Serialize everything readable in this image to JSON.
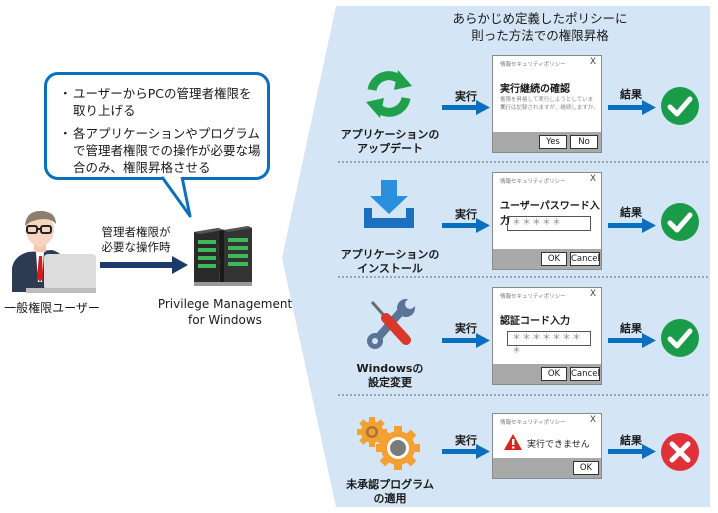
{
  "callout": {
    "bullets": [
      "ユーザーからPCの管理者権限を取り上げる",
      "各アプリケーションやプログラムで管理者権限での操作が必要な場合のみ、権限昇格させる"
    ]
  },
  "user": {
    "label": "一般権限ユーザー",
    "icon": "user-laptop-icon"
  },
  "request_arrow": {
    "label_line1": "管理者権限が",
    "label_line2": "必要な操作時"
  },
  "server": {
    "label_line1": "Privilege Management",
    "label_line2": "for Windows",
    "icon": "server-icon"
  },
  "panel": {
    "title_line1": "あらかじめ定義したポリシーに",
    "title_line2": "則った方法での権限昇格",
    "bg_color": "#d4e5f6",
    "exec_label": "実行",
    "result_label": "結果"
  },
  "rows": [
    {
      "name_line1": "アプリケーションの",
      "name_line2": "アップデート",
      "icon": "refresh-icon",
      "dialog": {
        "title": "情報セキュリティポリシー",
        "close": "X",
        "heading": "実行継続の確認",
        "sub1": "権限を昇格して実行しようとしています。",
        "sub2": "実行は記録されますが、継続しますか。",
        "buttons": [
          "Yes",
          "No"
        ]
      },
      "result": "success",
      "result_icon": "check-icon"
    },
    {
      "name_line1": "アプリケーションの",
      "name_line2": "インストール",
      "icon": "download-install-icon",
      "dialog": {
        "title": "情報セキュリティポリシー",
        "close": "X",
        "heading": "ユーザーパスワード入力",
        "field_value": "＊＊＊＊＊",
        "buttons": [
          "OK",
          "Cancel"
        ]
      },
      "result": "success",
      "result_icon": "check-icon"
    },
    {
      "name_line1": "Windowsの",
      "name_line2": "設定変更",
      "icon": "wrench-screwdriver-icon",
      "dialog": {
        "title": "情報セキュリティポリシー",
        "close": "X",
        "heading": "認証コード入力",
        "field_value": "＊＊＊＊＊＊＊＊",
        "buttons": [
          "OK",
          "Cancel"
        ]
      },
      "result": "success",
      "result_icon": "check-icon"
    },
    {
      "name_line1": "未承認プログラム",
      "name_line2": "の適用",
      "icon": "gears-icon",
      "dialog": {
        "title": "情報セキュリティポリシー",
        "close": "X",
        "heading": "実行できません",
        "buttons": [
          "OK"
        ]
      },
      "result": "failure",
      "result_icon": "cross-icon"
    }
  ],
  "colors": {
    "accent_blue": "#0a6fbf",
    "navy_arrow": "#1b3a6b",
    "success_green": "#1a9b4a",
    "failure_red": "#e0313a",
    "refresh_green": "#20a04a",
    "gear_orange": "#f5a033"
  }
}
